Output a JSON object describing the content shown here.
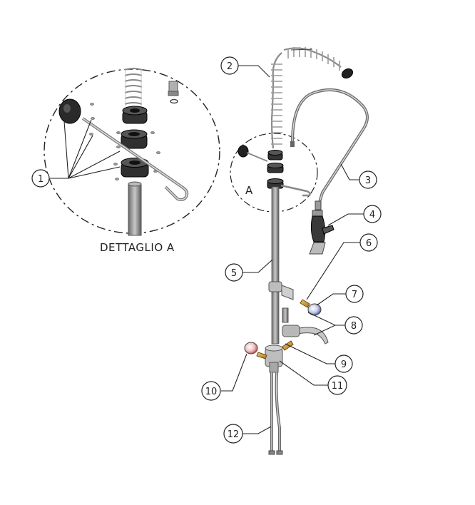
{
  "detail": {
    "caption": "DETTAGLIO A",
    "marker": "A"
  },
  "callouts": [
    "1",
    "2",
    "3",
    "4",
    "5",
    "6",
    "7",
    "8",
    "9",
    "10",
    "11",
    "12"
  ]
}
